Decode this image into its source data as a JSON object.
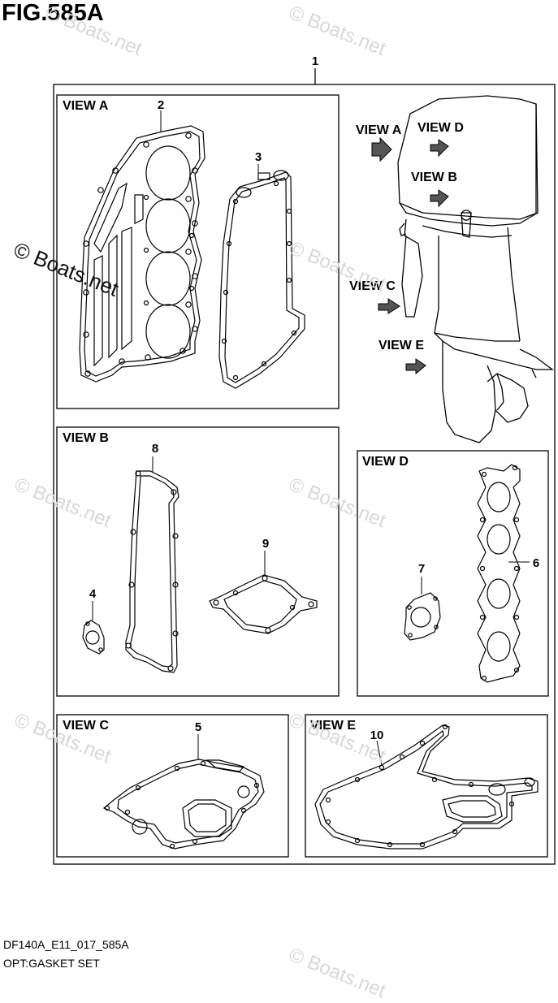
{
  "figure": {
    "title": "FIG.585A",
    "code": "DF140A_E11_017_585A",
    "caption": "OPT:GASKET SET"
  },
  "watermark": "© Boats.net",
  "assembly_ref": "1",
  "views": {
    "a": {
      "label": "VIEW A",
      "parts": [
        "2",
        "3"
      ]
    },
    "b": {
      "label": "VIEW B",
      "parts": [
        "8",
        "9",
        "4"
      ]
    },
    "c": {
      "label": "VIEW C",
      "parts": [
        "5"
      ]
    },
    "d": {
      "label": "VIEW D",
      "parts": [
        "7",
        "6"
      ]
    },
    "e": {
      "label": "VIEW E",
      "parts": [
        "10"
      ]
    }
  },
  "engine_labels": {
    "a": "VIEW A",
    "b": "VIEW B",
    "c": "VIEW C",
    "d": "VIEW D",
    "e": "VIEW E"
  }
}
